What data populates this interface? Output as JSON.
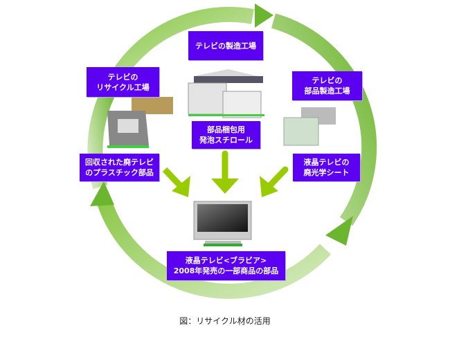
{
  "labels": {
    "tv_factory": [
      "テレビの製造工場"
    ],
    "recycle_factory": [
      "テレビの",
      "リサイクル工場"
    ],
    "parts_factory": [
      "テレビの",
      "部品製造工場"
    ],
    "styrofoam": [
      "部品梱包用",
      "発泡スチロール"
    ],
    "plastic_parts": [
      "回収された廃テレビ",
      "のプラスチック部品"
    ],
    "optical_sheet": [
      "液晶テレビの",
      "廃光学シート"
    ],
    "bravia": [
      "液晶テレビ<ブラビア>",
      "2008年発売の一部商品の部品"
    ]
  },
  "caption": "図：リサイクル材の活用",
  "colors": {
    "label_bg": "#5c00f2",
    "cycle_arrow": "#7fbf3f",
    "flow_arrow": "#99cc00"
  }
}
